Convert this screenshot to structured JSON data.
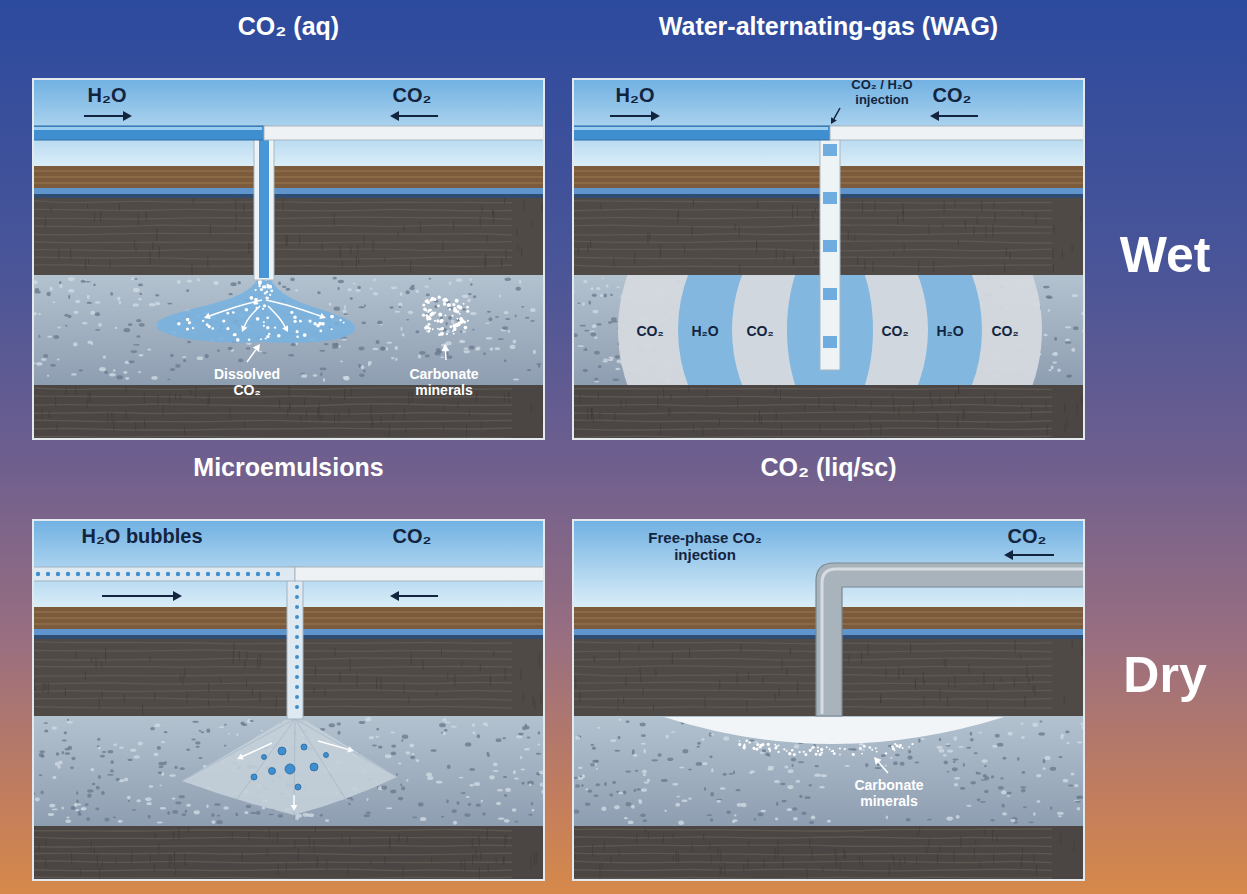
{
  "diagram": {
    "nodes": [
      {
        "text": [
          "CO₂ (aq)",
          "H₂O",
          "CO₂",
          "Dissolved CO₂",
          "Carbonate minerals"
        ]
      },
      {
        "text": [
          "Water-alternating-gas (WAG)",
          "H₂O",
          "CO₂ / H₂O injection",
          "CO₂",
          "CO₂",
          "H₂O",
          "CO₂",
          "CO₂",
          "H₂O",
          "CO₂"
        ]
      },
      {
        "text": [
          "Microemulsions",
          "H₂O bubbles",
          "CO₂"
        ]
      },
      {
        "text": [
          "CO₂ (liq/sc)",
          "Free-phase CO₂ injection",
          "CO₂",
          "Carbonate minerals"
        ]
      }
    ],
    "labels": [
      "Wet",
      "Dry"
    ]
  }
}
